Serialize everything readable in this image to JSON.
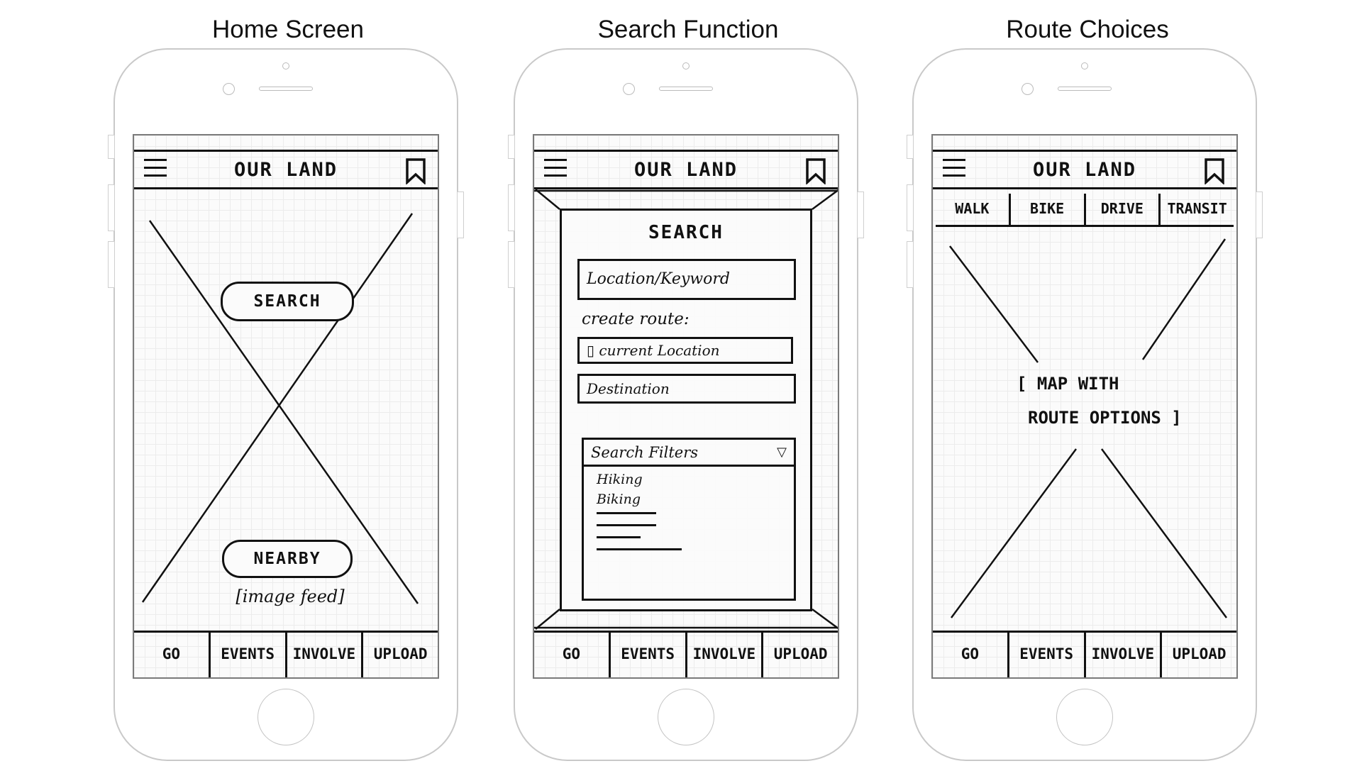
{
  "captions": [
    "Home Screen",
    "Search Function",
    "Route Choices"
  ],
  "home": {
    "title": "OUR LAND",
    "search_button": "SEARCH",
    "nearby_button": "NEARBY",
    "image_feed": "[image feed]",
    "nav": [
      "GO",
      "EVENTS",
      "INVOLVE",
      "UPLOAD"
    ]
  },
  "search": {
    "title": "OUR LAND",
    "modal_title": "SEARCH",
    "location_placeholder": "Location/Keyword",
    "create_route_label": "create route:",
    "current_location": "current Location",
    "destination": "Destination",
    "filters_label": "Search Filters",
    "filter_options": [
      "Hiking",
      "Biking"
    ],
    "nav": [
      "GO",
      "EVENTS",
      "INVOLVE",
      "UPLOAD"
    ]
  },
  "route": {
    "title": "OUR LAND",
    "modes": [
      "WALK",
      "BIKE",
      "DRIVE",
      "TRANSIT"
    ],
    "map_line1": "[ MAP WITH",
    "map_line2": "ROUTE OPTIONS ]",
    "nav": [
      "GO",
      "EVENTS",
      "INVOLVE",
      "UPLOAD"
    ]
  },
  "icons": [
    "menu-icon",
    "bookmark-icon",
    "caret-down-icon"
  ]
}
